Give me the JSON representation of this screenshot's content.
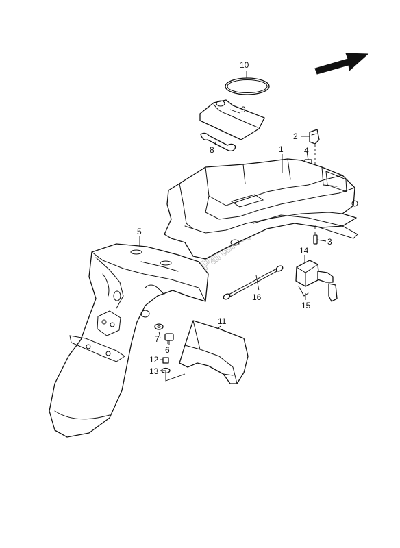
{
  "watermark": "PartsRepublik",
  "direction_arrow": "front-direction-arrow",
  "callouts": [
    {
      "id": "label-1",
      "text": "1"
    },
    {
      "id": "label-2",
      "text": "2"
    },
    {
      "id": "label-3",
      "text": "3"
    },
    {
      "id": "label-4",
      "text": "4"
    },
    {
      "id": "label-5",
      "text": "5"
    },
    {
      "id": "label-6",
      "text": "6"
    },
    {
      "id": "label-7",
      "text": "7"
    },
    {
      "id": "label-8",
      "text": "8"
    },
    {
      "id": "label-9",
      "text": "9"
    },
    {
      "id": "label-10",
      "text": "10"
    },
    {
      "id": "label-11",
      "text": "11"
    },
    {
      "id": "label-12",
      "text": "12"
    },
    {
      "id": "label-13",
      "text": "13"
    },
    {
      "id": "label-14",
      "text": "14"
    },
    {
      "id": "label-15",
      "text": "15"
    },
    {
      "id": "label-16",
      "text": "16"
    }
  ]
}
